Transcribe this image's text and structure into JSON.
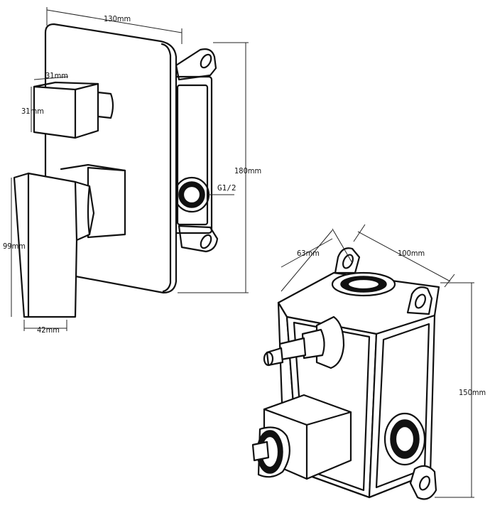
{
  "dimensions": {
    "panel_width": "130mm",
    "panel_height": "180mm",
    "knob_width": "31mm",
    "knob_height": "31mm",
    "lever_height": "99mm",
    "lever_width": "42mm",
    "thread": "G1/2",
    "box_depth": "63mm",
    "box_width": "100mm",
    "box_height": "150mm"
  }
}
